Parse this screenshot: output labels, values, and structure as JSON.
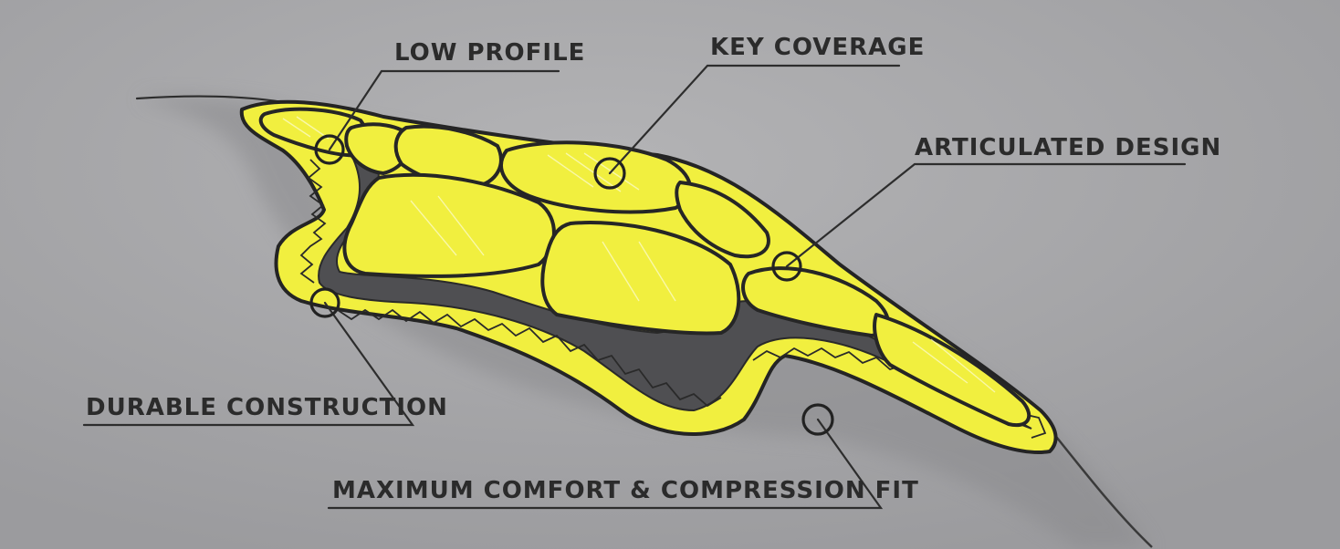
{
  "colors": {
    "background": "#a9a9ab",
    "pad_yellow": "#f1ef3f",
    "pad_outline": "#242424",
    "inner_channel": "#4f4f52"
  },
  "callouts": {
    "low_profile": "LOW PROFILE",
    "key_coverage": "KEY COVERAGE",
    "articulated_design": "ARTICULATED DESIGN",
    "durable_construction": "DURABLE CONSTRUCTION",
    "max_comfort": "MAXIMUM COMFORT & COMPRESSION FIT"
  }
}
